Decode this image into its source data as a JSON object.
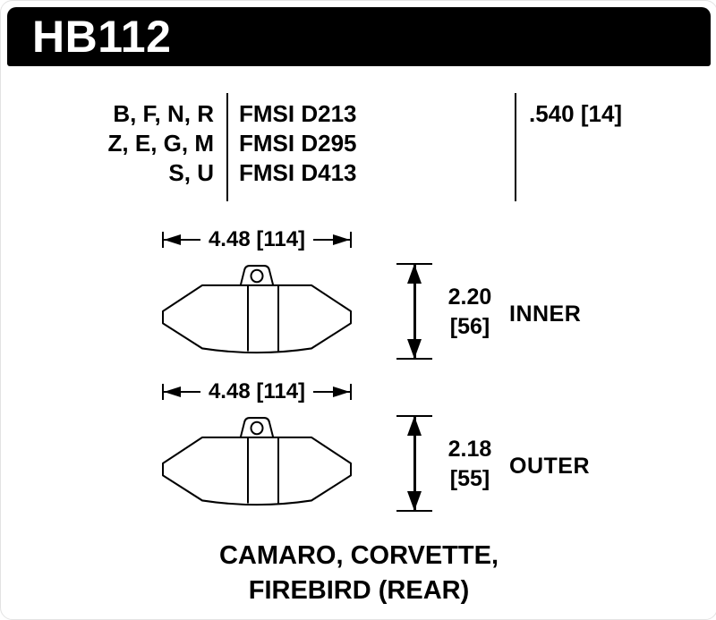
{
  "colors": {
    "ink": "#000000",
    "paper": "#ffffff",
    "header_bg": "#000000",
    "header_text": "#ffffff"
  },
  "header": {
    "part_number": "HB112"
  },
  "spec_table": {
    "compound_codes": [
      "B, F, N, R",
      "Z, E, G, M",
      "S, U"
    ],
    "fmsi_codes": [
      "FMSI D213",
      "FMSI D295",
      "FMSI D413"
    ],
    "pad_thickness": ".540 [14]"
  },
  "pads": [
    {
      "position": "INNER",
      "width": "4.48 [114]",
      "height_in": "2.20",
      "height_mm": "[56]"
    },
    {
      "position": "OUTER",
      "width": "4.48 [114]",
      "height_in": "2.18",
      "height_mm": "[55]"
    }
  ],
  "application": {
    "line1": "CAMARO, CORVETTE,",
    "line2": "FIREBIRD (REAR)"
  }
}
